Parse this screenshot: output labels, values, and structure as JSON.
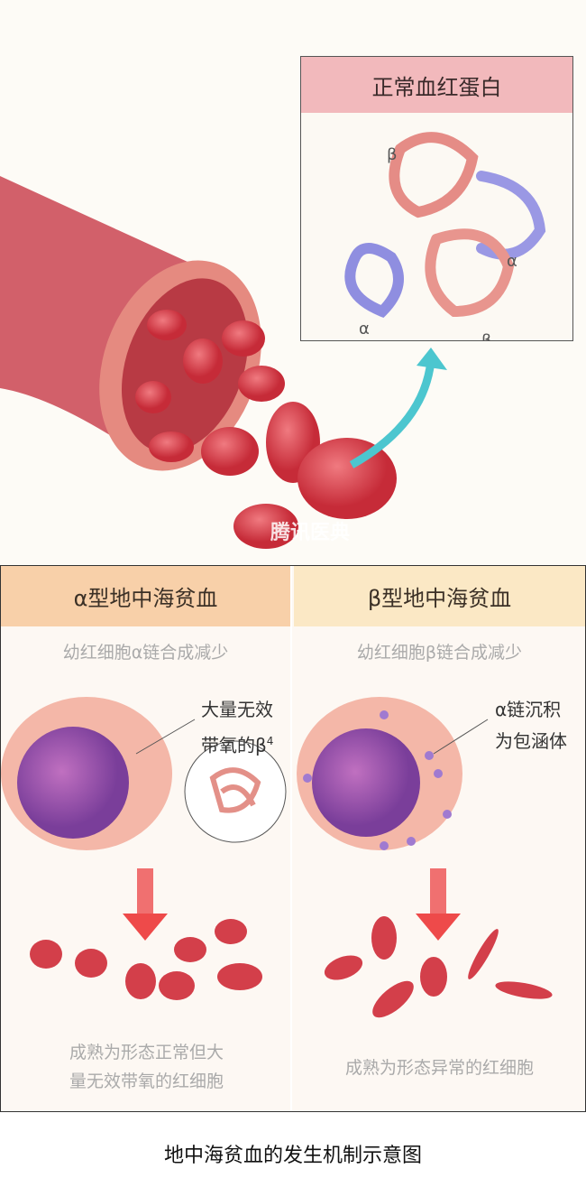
{
  "hemoglobin_box": {
    "title": "正常血红蛋白",
    "labels": [
      "β",
      "α",
      "α",
      "β"
    ]
  },
  "watermark": "腾讯医典",
  "alpha_panel": {
    "title": "α型地中海贫血",
    "subtitle": "幼红细胞α链合成减少",
    "note_line1": "大量无效",
    "note_line2": "带氧的β",
    "note_sup": "4",
    "caption_line1": "成熟为形态正常但大",
    "caption_line2": "量无效带氧的红细胞"
  },
  "beta_panel": {
    "title": "β型地中海贫血",
    "subtitle": "幼红细胞β链合成减少",
    "note_line1": "α链沉积",
    "note_line2": "为包涵体",
    "caption": "成熟为形态异常的红细胞"
  },
  "figure_title": "地中海贫血的发生机制示意图",
  "colors": {
    "alpha_header": "#f8d0a9",
    "beta_header": "#fbe8c5",
    "hb_header": "#f2b9bc",
    "arrow": "#4cc6cf",
    "cell_red": "#d9404a"
  }
}
